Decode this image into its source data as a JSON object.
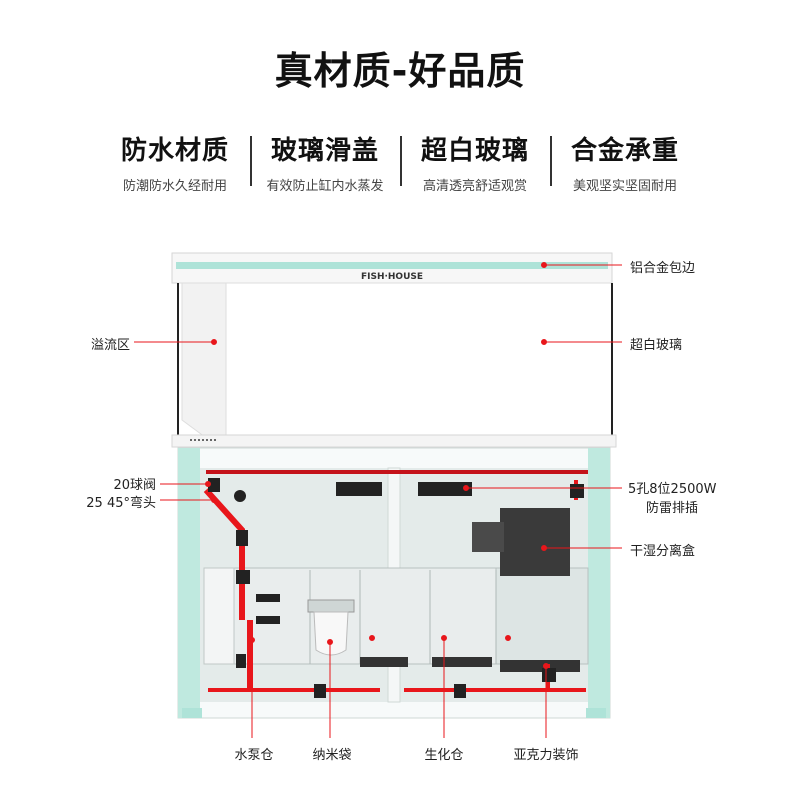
{
  "title": "真材质-好品质",
  "features": [
    {
      "heading": "防水材质",
      "sub": "防潮防水久经耐用"
    },
    {
      "heading": "玻璃滑盖",
      "sub": "有效防止缸内水蒸发"
    },
    {
      "heading": "超白玻璃",
      "sub": "高清透亮舒适观赏"
    },
    {
      "heading": "合金承重",
      "sub": "美观坚实坚固耐用"
    }
  ],
  "tank": {
    "brand": "FISH·HOUSE",
    "accent_color": "#e8161b",
    "frame_color": "#aee3d8"
  },
  "callouts": {
    "aluminum_edge": "铝合金包边",
    "overflow_zone": "溢流区",
    "ultra_white_glass": "超白玻璃",
    "ball_valve": "20球阀",
    "elbow": "25 45°弯头",
    "power_strip_line1": "5孔8位2500W",
    "power_strip_line2": "防雷排插",
    "wet_dry_box": "干湿分离盒",
    "pump_chamber": "水泵仓",
    "nano_bag": "纳米袋",
    "bio_chamber": "生化仓",
    "acrylic_decor": "亚克力装饰"
  }
}
